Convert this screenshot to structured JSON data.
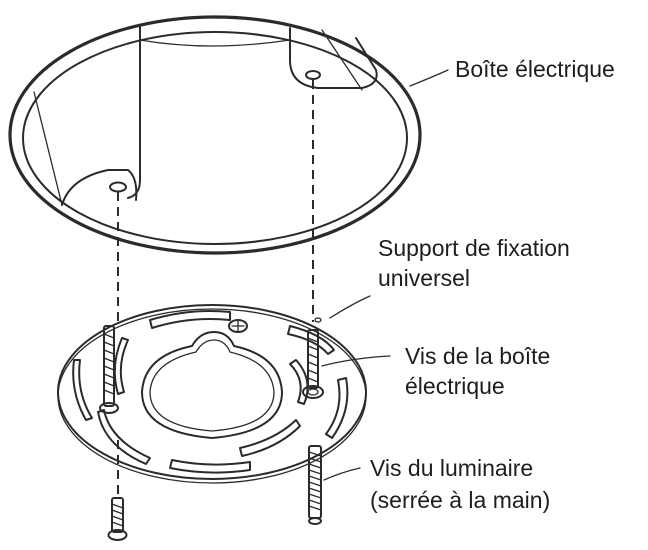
{
  "labels": {
    "electrical_box": "Boîte électrique",
    "bracket_line1": "Support de fixation",
    "bracket_line2": "universel",
    "box_screws_line1": "Vis de la boîte",
    "box_screws_line2": "électrique",
    "fixture_screws_line1": "Vis du luminaire",
    "fixture_screws_line2": "(serrée à la main)"
  },
  "colors": {
    "line": "#2b2b2b",
    "text": "#1e1e1e",
    "background": "#ffffff"
  }
}
